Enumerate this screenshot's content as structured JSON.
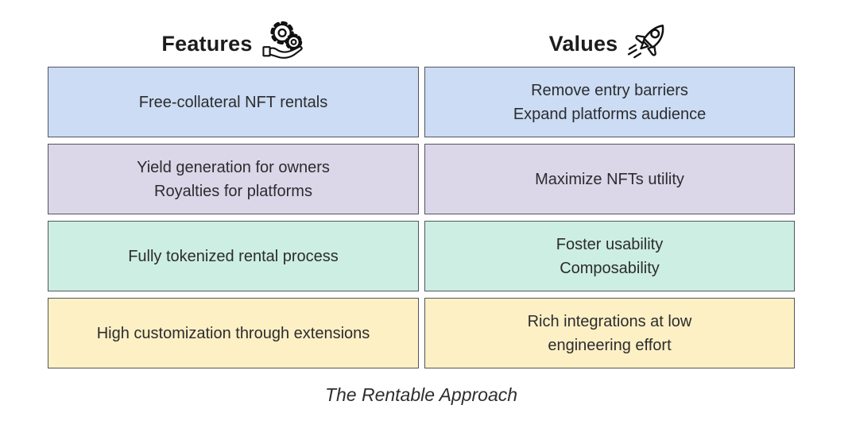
{
  "figure": {
    "caption": "The Rentable Approach"
  },
  "columns": [
    {
      "label": "Features",
      "icon": "gears-hand-icon"
    },
    {
      "label": "Values",
      "icon": "rocket-icon"
    }
  ],
  "rows": [
    {
      "color": "#cbdcf4",
      "feature": "Free-collateral NFT rentals",
      "value": "Remove entry barriers\nExpand platforms audience"
    },
    {
      "color": "#dcd6e9",
      "feature": "Yield generation for owners\nRoyalties for platforms",
      "value": "Maximize NFTs utility"
    },
    {
      "color": "#cdeee3",
      "feature": "Fully tokenized rental process",
      "value": "Foster usability\nComposability"
    },
    {
      "color": "#fdf0c5",
      "feature": "High customization through extensions",
      "value": "Rich integrations at low\nengineering effort"
    }
  ],
  "colors": {
    "border": "#54555c",
    "text": "#2c2c2e"
  }
}
